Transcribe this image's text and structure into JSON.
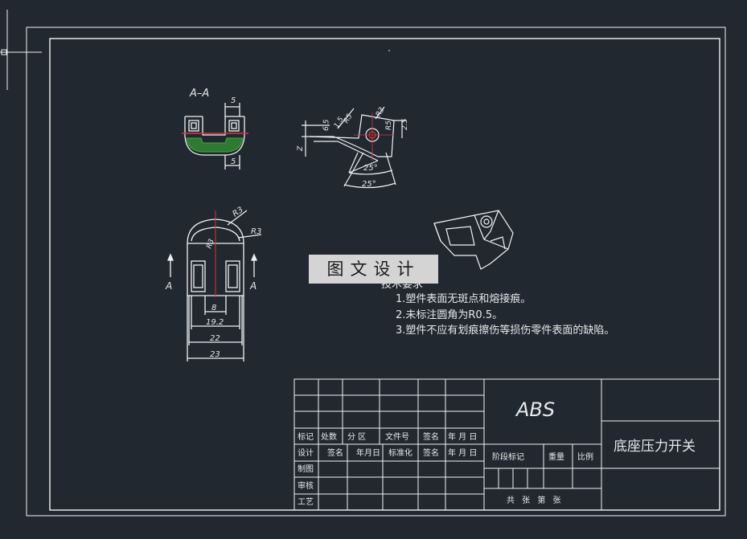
{
  "drawing": {
    "colors": {
      "background": "#212830",
      "lines": "#f2f2f2",
      "center": "#e23030",
      "hatch_a": "#3a9a3a",
      "hatch_b": "#d13a3a"
    },
    "section_view": {
      "label": "A–A",
      "dim_top": "5",
      "dim_bottom": "5"
    },
    "side_view": {
      "dims": [
        "6.5",
        "1.5",
        "R5",
        "R3",
        "2.5",
        "R5",
        "Z"
      ],
      "angle_inner": "25°",
      "angle_outer": "25°"
    },
    "front_view": {
      "radius1": "R3",
      "radius2": "R3",
      "radius3": "R3",
      "section_left": "A",
      "section_right": "A",
      "widths": [
        "8",
        "19.2",
        "22",
        "23"
      ]
    },
    "tech_requirements": {
      "title": "技术要求",
      "items": [
        "1.塑件表面无斑点和熔接痕。",
        "2.未标注圆角为R0.5。",
        "3.塑件不应有划痕擦伤等损伤零件表面的缺陷。"
      ]
    },
    "watermark": "图文设计"
  },
  "title_block": {
    "material": "ABS",
    "part_name": "底座压力开关",
    "row_mark": [
      "标记",
      "处数",
      "分 区",
      "文件号",
      "签名",
      "年 月 日"
    ],
    "row_design": [
      "设计",
      "签名",
      "年月日",
      "标准化",
      "签名",
      "年 月 日"
    ],
    "left_labels": [
      "制图",
      "审核",
      "工艺"
    ],
    "stage_mark": "阶段标记",
    "weight": "重量",
    "scale": "比例",
    "sheets": "共 张 第 张"
  }
}
